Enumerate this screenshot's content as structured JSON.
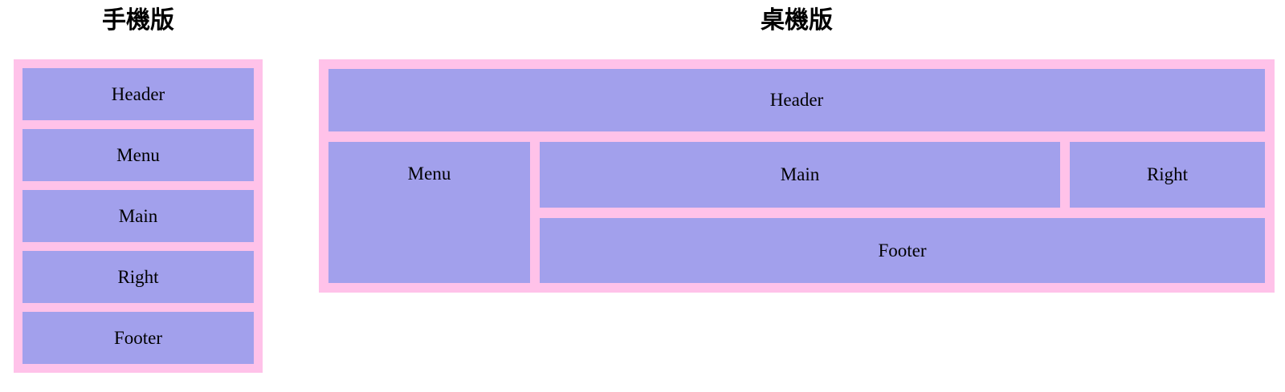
{
  "colors": {
    "container": "#ffc2e9",
    "box": "#a2a0ec",
    "text": "#000000",
    "page_bg": "#ffffff"
  },
  "mobile": {
    "title": "手機版",
    "items": [
      "Header",
      "Menu",
      "Main",
      "Right",
      "Footer"
    ]
  },
  "desktop": {
    "title": "桌機版",
    "areas": {
      "header": "Header",
      "menu": "Menu",
      "main": "Main",
      "right": "Right",
      "footer": "Footer"
    }
  }
}
